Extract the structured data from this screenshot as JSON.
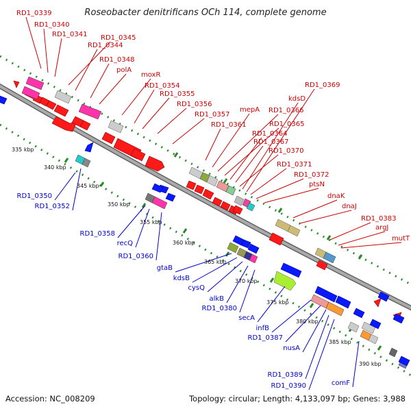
{
  "title": "Roseobacter denitrificans OCh 114, complete genome",
  "footer": {
    "accession": "Accession: NC_008209",
    "summary": "Topology: circular; Length: 4,133,097 bp; Genes: 3,988"
  },
  "colors": {
    "forward_label": "#cc0000",
    "reverse_label": "#0000cc",
    "backbone": "#888888",
    "dots": "#2a8a2a"
  },
  "ticks": [
    "335 kbp",
    "340 kbp",
    "345 kbp",
    "350 kbp",
    "355 kbp",
    "360 kbp",
    "365 kbp",
    "370 kbp",
    "375 kbp",
    "380 kbp",
    "385 kbp",
    "390 kbp"
  ],
  "forward_labels": [
    "RD1_0339",
    "RD1_0340",
    "RD1_0341",
    "RD1_0345",
    "RD1_0344",
    "RD1_0348",
    "polA",
    "moxR",
    "RD1_0354",
    "RD1_0355",
    "RD1_0356",
    "RD1_0357",
    "RD1_0361",
    "mepA",
    "RD1_0366",
    "RD1_0365",
    "RD1_0364",
    "RD1_0367",
    "RD1_0370",
    "kdsD",
    "RD1_0369",
    "RD1_0371",
    "RD1_0372",
    "ptsN",
    "dnaK",
    "dnaJ",
    "RD1_0383",
    "argJ",
    "mutT"
  ],
  "reverse_labels": [
    "RD1_0350",
    "RD1_0352",
    "RD1_0358",
    "recQ",
    "RD1_0360",
    "gtaB",
    "kdsB",
    "cysQ",
    "alkB",
    "RD1_0380",
    "secA",
    "infB",
    "RD1_0387",
    "nusA",
    "RD1_0389",
    "RD1_0390",
    "comF"
  ]
}
